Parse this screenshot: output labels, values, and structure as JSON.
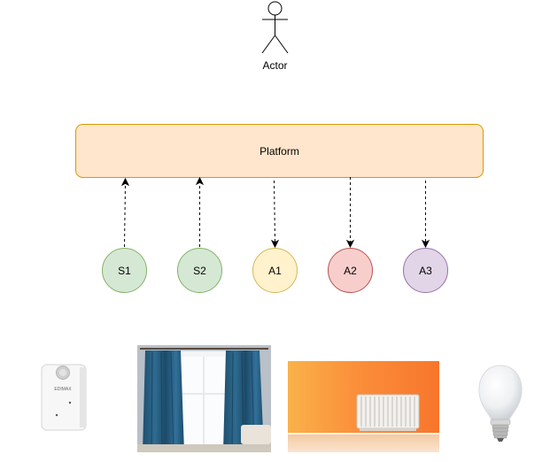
{
  "actor": {
    "label": "Actor"
  },
  "platform": {
    "label": "Platform",
    "fill": "#ffe6cc",
    "stroke": "#d79b00"
  },
  "sensors": [
    {
      "id": "S1",
      "label": "S1",
      "fill": "#d5e8d4",
      "stroke": "#82b366"
    },
    {
      "id": "S2",
      "label": "S2",
      "fill": "#d5e8d4",
      "stroke": "#82b366"
    }
  ],
  "actuators": [
    {
      "id": "A1",
      "label": "A1",
      "fill": "#fff2cc",
      "stroke": "#d6b656"
    },
    {
      "id": "A2",
      "label": "A2",
      "fill": "#f8cecc",
      "stroke": "#b85450"
    },
    {
      "id": "A3",
      "label": "A3",
      "fill": "#e1d5e7",
      "stroke": "#9673a6"
    }
  ],
  "devices": [
    {
      "name": "motion-sensor-device",
      "brand_text": "EDIMAX"
    },
    {
      "name": "curtains-device"
    },
    {
      "name": "radiator-device"
    },
    {
      "name": "light-bulb-device"
    }
  ]
}
